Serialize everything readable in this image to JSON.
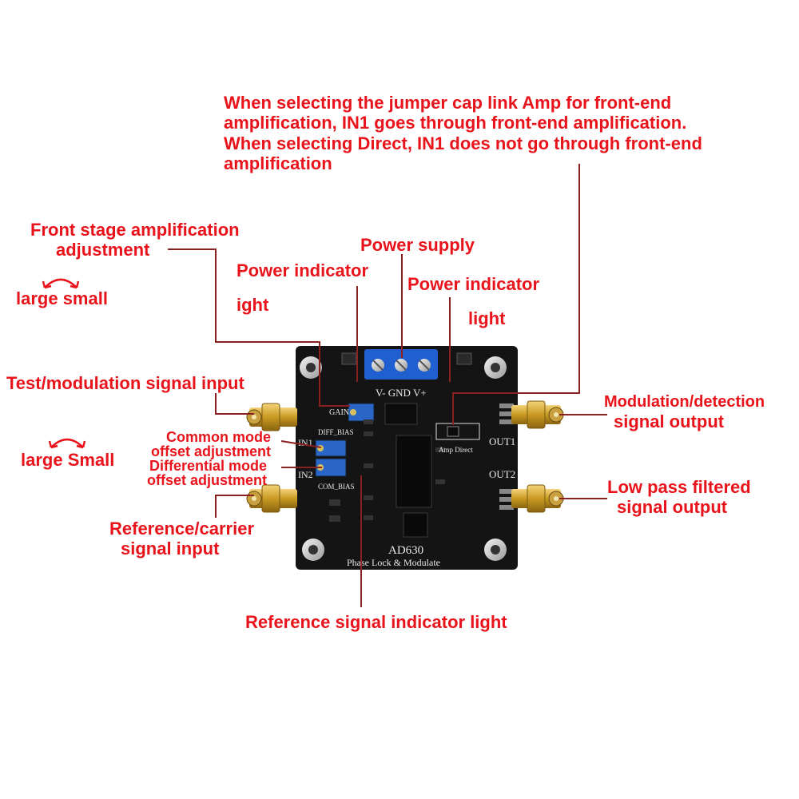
{
  "annotations": {
    "jumper_note": [
      "When selecting the jumper cap link Amp for front-end",
      "amplification, IN1 goes through front-end amplification.",
      "When selecting Direct, IN1 does not go through front-end",
      "amplification"
    ],
    "front_stage_1": "Front stage amplification",
    "front_stage_2": "adjustment",
    "large_small_1": "large small",
    "power_supply": "Power supply",
    "power_ind_left_1": "Power indicator",
    "power_ind_left_2": "ight",
    "power_ind_right_1": "Power indicator",
    "power_ind_right_2": "light",
    "test_mod_input": "Test/modulation signal input",
    "common_mode_1": "Common mode",
    "common_mode_2": "offset adjustment",
    "diff_mode_1": "Differential mode",
    "diff_mode_2": "offset adjustment",
    "large_small_2": "large Small",
    "mod_output_1": "Modulation/detection",
    "mod_output_2": "signal output",
    "lowpass_1": "Low pass filtered",
    "lowpass_2": "signal output",
    "ref_input_1": "Reference/carrier",
    "ref_input_2": "signal input",
    "ref_indicator": "Reference signal indicator light"
  },
  "board_labels": {
    "terminal": "V-  GND  V+",
    "gain": "GAIN",
    "diff_bias": "DIFF_BIAS",
    "com_bias": "COM_BIAS",
    "in1": "IN1",
    "in2": "IN2",
    "out1": "OUT1",
    "out2": "OUT2",
    "jumper": "Amp  Direct",
    "chip": "AD630",
    "subtitle": "Phase Lock & Modulate"
  },
  "colors": {
    "annotation": "#e8131b",
    "pcb": "#141414",
    "terminal_block": "#1f5fd0",
    "sma_gold": "#d4a52a",
    "leader_line": "#8a2020"
  }
}
